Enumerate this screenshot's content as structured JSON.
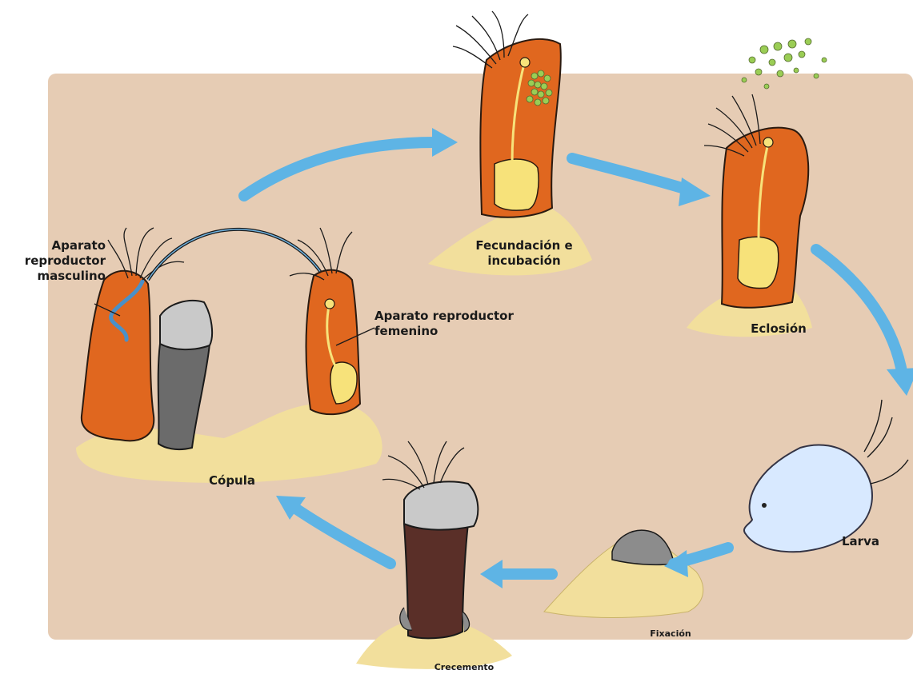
{
  "colors": {
    "panel": "#e6ccb4",
    "sand": "#f2df9c",
    "body_orange": "#e0671f",
    "organ_yellow": "#f7e27a",
    "egg_green": "#9acd55",
    "arrow_blue": "#5eb4e5",
    "stalk_grey": "#6b6b6b",
    "plate_grey": "#c9c9c9",
    "stalk_brown": "#5a2f28",
    "larva_blue": "#d8e9ff"
  },
  "labels": {
    "male_system": "Aparato\nreproductor\nmasculino",
    "female_system": "Aparato reproductor\nfemenino",
    "copula": "Cópula",
    "fertilization": "Fecundación e\nincubación",
    "hatching": "Eclosión",
    "larva": "Larva",
    "fixation": "Fixación",
    "growth": "Crecemento"
  }
}
